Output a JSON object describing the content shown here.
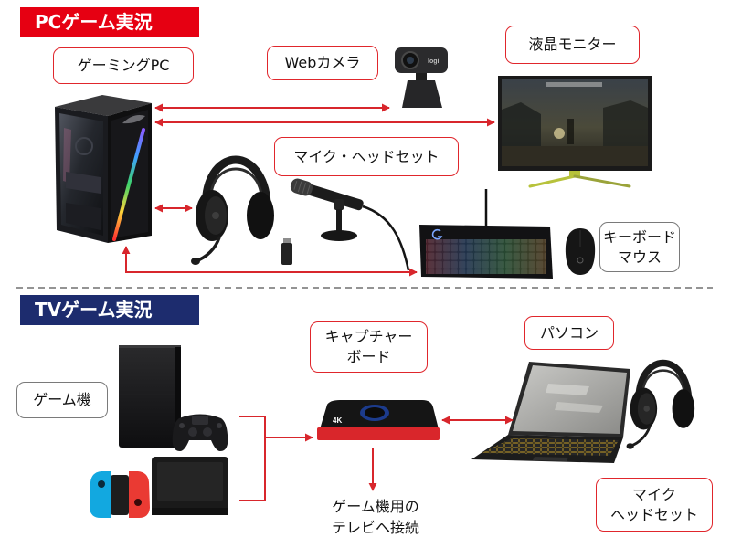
{
  "colors": {
    "pc_header": "#e60012",
    "tv_header": "#1d2c6e",
    "arrow": "#d8262c",
    "label_border_red": "#e0262c",
    "label_border_gray": "#7a7a7a"
  },
  "pc_section": {
    "title": "PCゲーム実況",
    "labels": {
      "gaming_pc": "ゲーミングPC",
      "webcam": "Webカメラ",
      "monitor": "液晶モニター",
      "mic_headset": "マイク・ヘッドセット",
      "keyboard_mouse": [
        "キーボード",
        "マウス"
      ]
    },
    "device_marks": {
      "webcam_brand": "logi"
    },
    "icons": [
      "gaming-pc-image",
      "webcam-image",
      "monitor-image",
      "headset-image",
      "usb-dongle-image",
      "microphone-image",
      "keyboard-image",
      "mouse-image"
    ]
  },
  "tv_section": {
    "title": "TVゲーム実況",
    "labels": {
      "game_console": "ゲーム機",
      "capture_board": [
        "キャプチャー",
        "ボード"
      ],
      "pc": "パソコン",
      "mic_headset": [
        "マイク",
        "ヘッドセット"
      ]
    },
    "tv_note": [
      "ゲーム機用の",
      "テレビへ接続"
    ],
    "device_marks": {
      "capture_board_badge": "4K"
    },
    "icons": [
      "ps4-console-image",
      "controller-image",
      "switch-console-image",
      "capture-board-image",
      "laptop-image",
      "headset-image"
    ]
  }
}
